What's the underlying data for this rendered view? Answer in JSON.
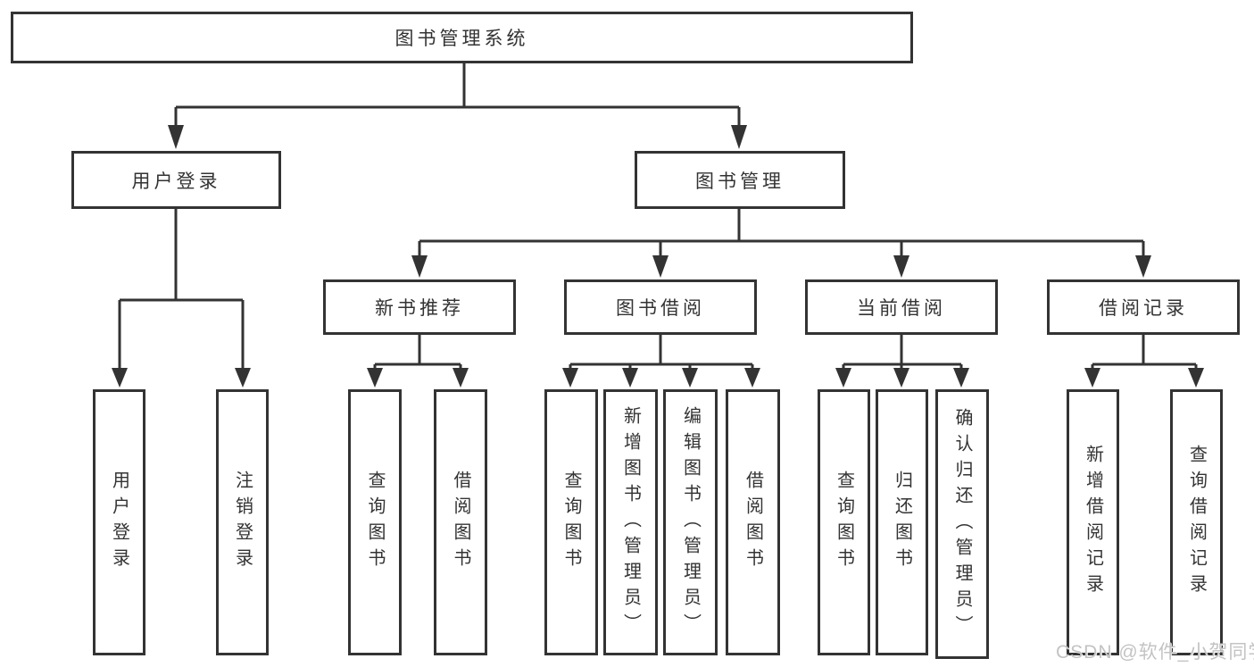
{
  "diagram": {
    "root": "图书管理系统",
    "branches": [
      {
        "label": "用户登录",
        "children": [
          {
            "label": "用户登录"
          },
          {
            "label": "注销登录"
          }
        ]
      },
      {
        "label": "图书管理",
        "children": [
          {
            "label": "新书推荐",
            "children": [
              {
                "label": "查询图书"
              },
              {
                "label": "借阅图书"
              }
            ]
          },
          {
            "label": "图书借阅",
            "children": [
              {
                "label": "查询图书"
              },
              {
                "label": "新增图书（管理员）"
              },
              {
                "label": "编辑图书（管理员）"
              },
              {
                "label": "借阅图书"
              }
            ]
          },
          {
            "label": "当前借阅",
            "children": [
              {
                "label": "查询图书"
              },
              {
                "label": "归还图书"
              },
              {
                "label": "确认归还（管理员）"
              }
            ]
          },
          {
            "label": "借阅记录",
            "children": [
              {
                "label": "新增借阅记录"
              },
              {
                "label": "查询借阅记录"
              }
            ]
          }
        ]
      }
    ]
  },
  "watermark": "CSDN @软件_小贺同学",
  "colors": {
    "line": "#333333",
    "text": "#333333",
    "watermark": "#c3c3c3",
    "background": "#ffffff"
  }
}
